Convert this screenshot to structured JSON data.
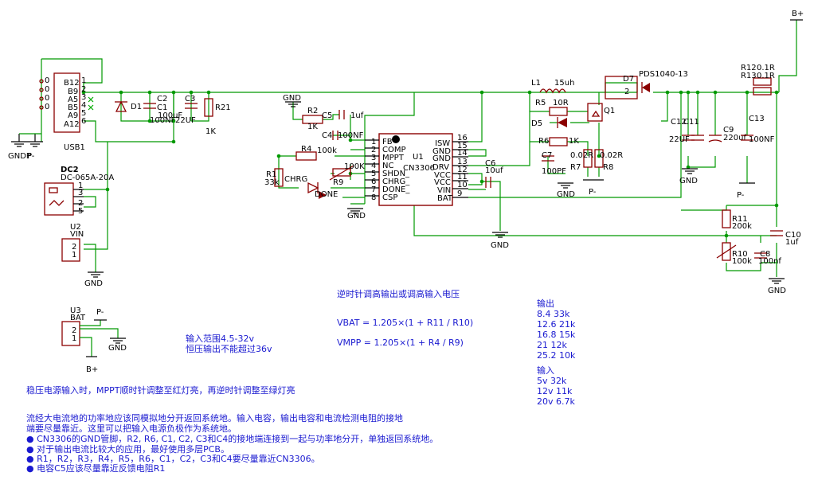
{
  "power": {
    "b_plus": "B+",
    "p_minus": "P-",
    "gnd": "GND",
    "gndp": "GNDP"
  },
  "usb1": {
    "ref": "USB1",
    "pins": [
      "B12",
      "B9",
      "A5",
      "B5",
      "A9",
      "A12"
    ],
    "nums": [
      "1",
      "2",
      "3",
      "4",
      "5",
      "6"
    ],
    "zeros": [
      "0",
      "0",
      "0",
      "0"
    ]
  },
  "dc2": {
    "ref": "DC2",
    "value": "DC-065A-20A",
    "pins": [
      "1",
      "3",
      "2",
      "5"
    ]
  },
  "u2": {
    "ref": "U2",
    "value": "VIN",
    "pins": [
      "2",
      "1"
    ]
  },
  "u3": {
    "ref": "U3",
    "value": "BAT",
    "pins": [
      "2",
      "1"
    ]
  },
  "input_parts": {
    "d1": "D1",
    "c2": "C2",
    "c2_val": "100uF",
    "c1": "C1",
    "c1_val": "100NF",
    "c3": "C3",
    "c3_val": "22UF",
    "r21": "R21",
    "r21_val": "1K"
  },
  "u1": {
    "ref": "U1",
    "name": "CN3306",
    "left_pins": [
      {
        "n": "1",
        "name": "FB"
      },
      {
        "n": "2",
        "name": "COMP"
      },
      {
        "n": "3",
        "name": "MPPT"
      },
      {
        "n": "4",
        "name": "NC"
      },
      {
        "n": "5",
        "name": "SHDN_"
      },
      {
        "n": "6",
        "name": "CHRG_"
      },
      {
        "n": "7",
        "name": "DONE_"
      },
      {
        "n": "8",
        "name": "CSP"
      }
    ],
    "right_pins": [
      {
        "n": "16",
        "name": "ISW"
      },
      {
        "n": "15",
        "name": "GND"
      },
      {
        "n": "14",
        "name": "GND"
      },
      {
        "n": "13",
        "name": "DRV"
      },
      {
        "n": "12",
        "name": "VCC"
      },
      {
        "n": "11",
        "name": "VCC"
      },
      {
        "n": "10",
        "name": "VIN"
      },
      {
        "n": "9",
        "name": "BAT"
      }
    ]
  },
  "ctrl_parts": {
    "r2": "R2",
    "r2_val": "1K",
    "c5": "C5",
    "c5_val": "1uf",
    "c4": "C4",
    "c4_val": "100NF",
    "r4": "R4",
    "r4_val": "100k",
    "r1": "R1",
    "r1_val": "33k",
    "r9": "R9",
    "r9_val": "100K",
    "chrg": "CHRG",
    "done": "DONE",
    "c6": "C6",
    "c6_val": "10uf"
  },
  "power_stage": {
    "l1": "L1",
    "l1_val": "15uh",
    "r5": "R5",
    "r5_val": "10R",
    "d5": "D5",
    "q1": "Q1",
    "r6": "R6",
    "r6_val": "1K",
    "c7": "C7",
    "c7_val": "100PF",
    "r7": "R7",
    "r7_val": "0.02R",
    "r8": "R8",
    "r8_val": "0.02R",
    "d7": "D7",
    "d7_val": "PDS1040-13",
    "r12": "R12",
    "r12_val": "0.1R",
    "r13": "R13",
    "r13_val": "0.1R",
    "c12": "C12",
    "c11": "C11",
    "c11_val": "22UF",
    "c9": "C9",
    "c9_val": "220uf",
    "c13": "C13",
    "c13_val": "100NF",
    "r11": "R11",
    "r11_val": "200k",
    "r10": "R10",
    "r10_val": "100k",
    "c8": "C8",
    "c8_val": "100nf",
    "c10": "C10",
    "c10_val": "1uf"
  },
  "notes": {
    "ccw": "逆时针调高输出或调高输入电压",
    "vbat": "VBAT = 1.205×(1 + R11 / R10)",
    "vmpp": "VMPP = 1.205×(1 + R4 / R9)",
    "range1": "输入范围4.5-32v",
    "range2": "恒压输出不能超过36v",
    "mppt": "稳压电源输入时，MPPT顺时针调整至红灯亮，再逆时针调整至绿灯亮",
    "layout": [
      "流经大电流地的功率地应该同模拟地分开返回系统地。输入电容，输出电容和电流检测电阻的接地",
      "端要尽量靠近。这里可以把输入电源负极作为系统地。",
      "● CN3306的GND管脚，R2, R6, C1, C2, C3和C4的接地端连接到一起与功率地分开，单独返回系统地。",
      "● 对于输出电流比较大的应用，最好使用多层PCB。",
      "● R1，R2，R3，R4，R5，R6，C1，C2，C3和C4要尽量靠近CN3306。",
      "● 电容C5应该尽量靠近反馈电阻R1"
    ],
    "out_title": "输出",
    "out_rows": [
      "8.4 33k",
      "12.6 21k",
      "16.8 15k",
      "21 12k",
      "25.2 10k"
    ],
    "in_title": "输入",
    "in_rows": [
      "5v 32k",
      "12v 11k",
      "20v 6.7k"
    ]
  }
}
